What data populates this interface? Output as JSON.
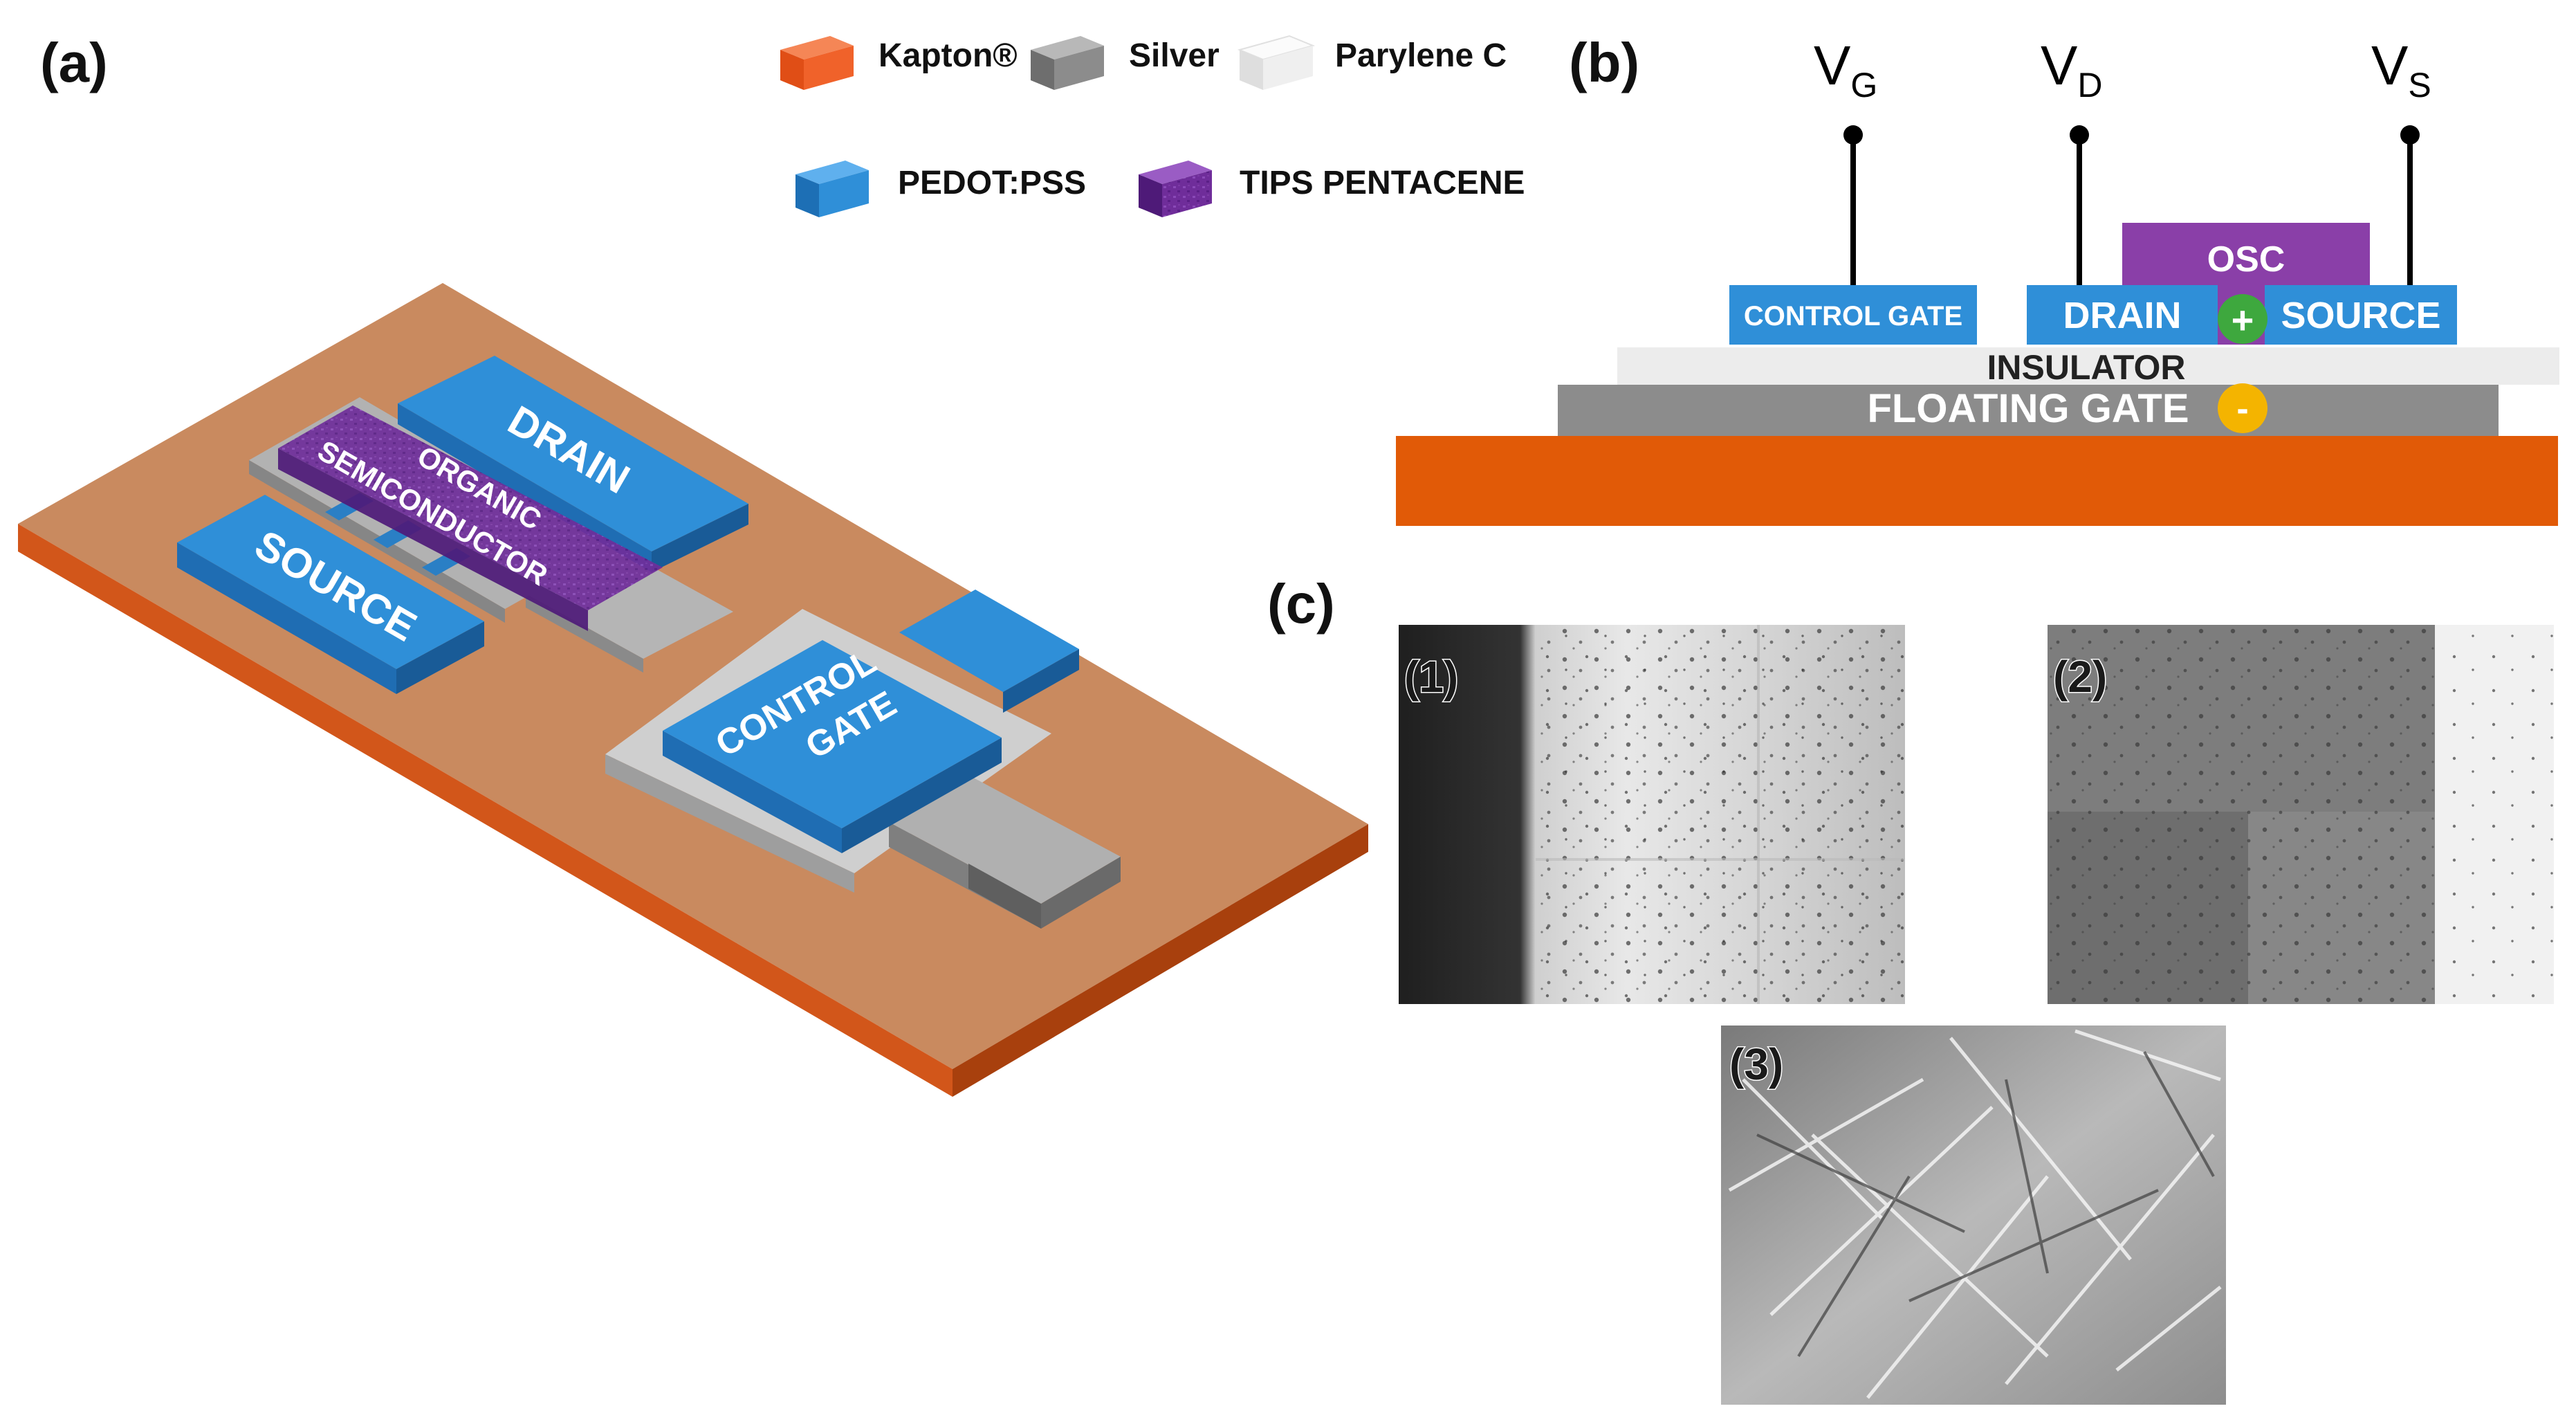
{
  "panels": {
    "a": "(a)",
    "b": "(b)",
    "c": "(c)"
  },
  "legend": [
    {
      "label": "Kapton®",
      "color": "#f0622a",
      "icon": "kapton-block-icon"
    },
    {
      "label": "Silver",
      "color": "#8c8c8c",
      "icon": "silver-block-icon"
    },
    {
      "label": "Parylene C",
      "color": "#f2f2f2",
      "icon": "parylene-block-icon"
    },
    {
      "label": "PEDOT:PSS",
      "color": "#2f8fd8",
      "icon": "pedot-block-icon"
    },
    {
      "label": "TIPS PENTACENE",
      "color": "#6f2d9a",
      "icon": "tips-block-icon"
    }
  ],
  "device3d": {
    "drain": "DRAIN",
    "source": "SOURCE",
    "osc_line1": "ORGANIC",
    "osc_line2": "SEMICONDUCTOR",
    "gate_line1": "CONTROL",
    "gate_line2": "GATE"
  },
  "cross_section": {
    "vg": "V",
    "vg_sub": "G",
    "vd": "V",
    "vd_sub": "D",
    "vs": "V",
    "vs_sub": "S",
    "control_gate": "CONTROL GATE",
    "drain": "DRAIN",
    "source": "SOURCE",
    "osc": "OSC",
    "insulator": "INSULATOR",
    "floating_gate": "FLOATING GATE",
    "plus": "+",
    "minus": "-"
  },
  "micrographs": [
    {
      "label": "(1)"
    },
    {
      "label": "(2)"
    },
    {
      "label": "(3)"
    }
  ],
  "colors": {
    "kapton_top": "#c98a5f",
    "kapton_front": "#d2561a",
    "kapton_right": "#a8400d",
    "substrate_orange": "#e15a07",
    "pedot": "#2f8fd8",
    "silver": "#8c8c8c",
    "insulator": "#ececec",
    "osc": "#8a3fa8",
    "plus": "#3ea83e",
    "minus": "#f4b400"
  }
}
